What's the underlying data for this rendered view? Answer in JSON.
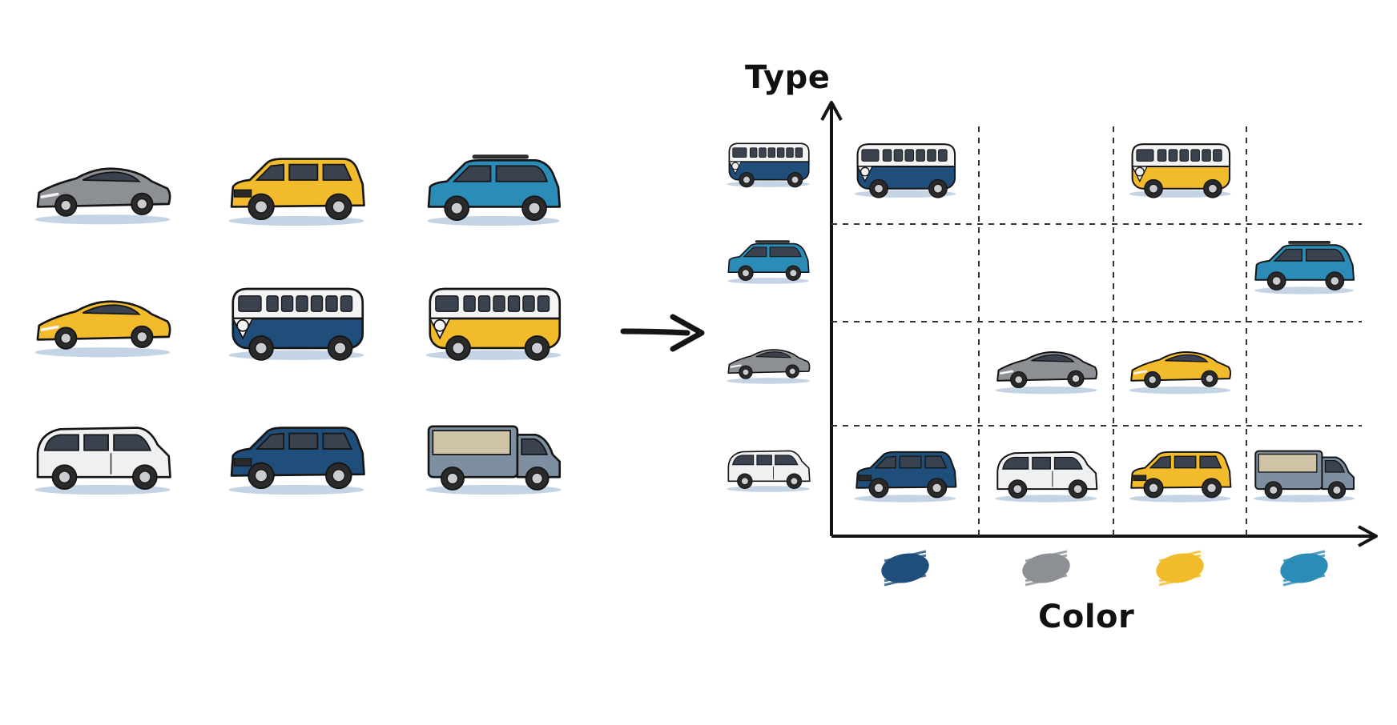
{
  "labels": {
    "y_axis": "Type",
    "x_axis": "Color"
  },
  "vehicle_types": [
    "bus",
    "hatchback",
    "sports",
    "utility"
  ],
  "colors": {
    "navy": "#1f4e7a",
    "gray": "#8c8f94",
    "yellow": "#f1bb2b",
    "teal": "#2b8cb8",
    "white": "#eef0f2",
    "slate": "#7d8fa0"
  },
  "color_swatches": [
    "navy",
    "gray",
    "yellow",
    "teal"
  ],
  "unsorted_collection": [
    {
      "type": "sports",
      "color": "gray"
    },
    {
      "type": "suv",
      "color": "yellow"
    },
    {
      "type": "hatchback",
      "color": "teal"
    },
    {
      "type": "sports",
      "color": "yellow"
    },
    {
      "type": "bus",
      "color": "navy"
    },
    {
      "type": "bus",
      "color": "yellow"
    },
    {
      "type": "minivan",
      "color": "white"
    },
    {
      "type": "suv",
      "color": "navy"
    },
    {
      "type": "van",
      "color": "slate"
    }
  ],
  "row_representatives": [
    {
      "type": "bus",
      "color": "navy"
    },
    {
      "type": "hatchback",
      "color": "teal"
    },
    {
      "type": "sports",
      "color": "gray"
    },
    {
      "type": "minivan",
      "color": "white"
    }
  ],
  "sorted_grid": [
    {
      "row": "bus",
      "column": "navy",
      "type": "bus",
      "color": "navy"
    },
    {
      "row": "bus",
      "column": "yellow",
      "type": "bus",
      "color": "yellow"
    },
    {
      "row": "hatchback",
      "column": "teal",
      "type": "hatchback",
      "color": "teal"
    },
    {
      "row": "sports",
      "column": "gray",
      "type": "sports",
      "color": "gray"
    },
    {
      "row": "sports",
      "column": "yellow",
      "type": "sports",
      "color": "yellow"
    },
    {
      "row": "utility",
      "column": "navy",
      "type": "suv",
      "color": "navy"
    },
    {
      "row": "utility",
      "column": "gray",
      "type": "minivan",
      "color": "white"
    },
    {
      "row": "utility",
      "column": "yellow",
      "type": "suv",
      "color": "yellow"
    },
    {
      "row": "utility",
      "column": "teal",
      "type": "van",
      "color": "slate"
    }
  ]
}
